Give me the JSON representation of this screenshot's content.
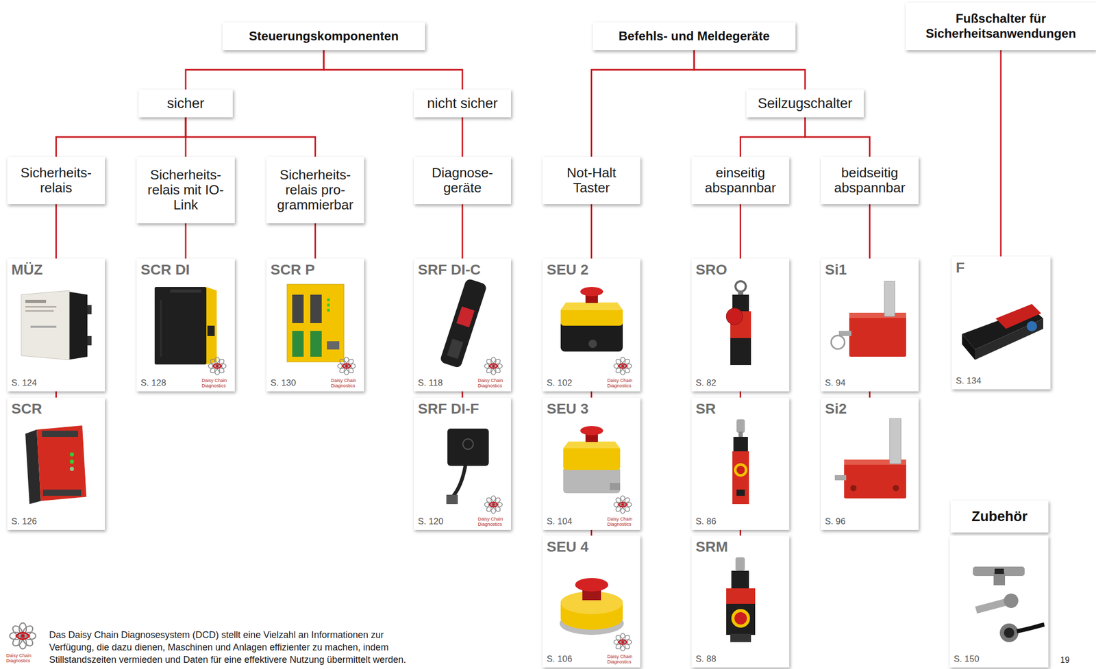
{
  "diagram": {
    "nodes": [
      {
        "text": [
          "Steuerungskomponenten"
        ]
      },
      {
        "text": [
          "Befehls- und Meldegeräte"
        ]
      },
      {
        "text": [
          "Fußschalter für Sicherheitsanwendungen"
        ]
      },
      {
        "text": [
          "sicher"
        ]
      },
      {
        "text": [
          "nicht sicher"
        ]
      },
      {
        "text": [
          "Seilzugschalter"
        ]
      },
      {
        "text": [
          "Sicherheits- relais"
        ]
      },
      {
        "text": [
          "Sicherheits- relais mit IO-Link"
        ]
      },
      {
        "text": [
          "Sicherheits- relais pro- grammierbar"
        ]
      },
      {
        "text": [
          "Diagnose- geräte"
        ]
      },
      {
        "text": [
          "Not-Halt Taster"
        ]
      },
      {
        "text": [
          "einseitig abspannbar"
        ]
      },
      {
        "text": [
          "beidseitig abspannbar"
        ]
      },
      {
        "text": [
          "MÜZ",
          "S. 124"
        ]
      },
      {
        "text": [
          "SCR DI",
          "S. 128",
          "Daisy Chain Diagnostics"
        ]
      },
      {
        "text": [
          "SCR P",
          "S. 130",
          "Daisy Chain Diagnostics"
        ]
      },
      {
        "text": [
          "SRF DI-C",
          "S. 118",
          "Daisy Chain Diagnostics"
        ]
      },
      {
        "text": [
          "SEU 2",
          "S. 102",
          "Daisy Chain Diagnostics"
        ]
      },
      {
        "text": [
          "SRO",
          "S. 82"
        ]
      },
      {
        "text": [
          "Si1",
          "S. 94"
        ]
      },
      {
        "text": [
          "F",
          "S. 134"
        ]
      },
      {
        "text": [
          "SCR",
          "S. 126"
        ]
      },
      {
        "text": [
          "SRF DI-F",
          "S. 120",
          "Daisy Chain Diagnostics"
        ]
      },
      {
        "text": [
          "SEU 3",
          "S. 104",
          "Daisy Chain Diagnostics"
        ]
      },
      {
        "text": [
          "SR",
          "S. 86"
        ]
      },
      {
        "text": [
          "Si2",
          "S. 96"
        ]
      },
      {
        "text": [
          "Zubehör"
        ]
      },
      {
        "text": [
          "SEU 4",
          "S. 106",
          "Daisy Chain Diagnostics"
        ]
      },
      {
        "text": [
          "SRM",
          "S. 88"
        ]
      },
      {
        "text": [
          "S. 150"
        ]
      }
    ],
    "edges": [
      {
        "from": 0,
        "to": 3,
        "arrow": "none"
      },
      {
        "from": 0,
        "to": 4,
        "arrow": "none"
      },
      {
        "from": 3,
        "to": 6,
        "arrow": "none"
      },
      {
        "from": 3,
        "to": 7,
        "arrow": "none"
      },
      {
        "from": 3,
        "to": 8,
        "arrow": "none"
      },
      {
        "from": 4,
        "to": 9,
        "arrow": "none"
      },
      {
        "from": 1,
        "to": 10,
        "arrow": "none"
      },
      {
        "from": 1,
        "to": 5,
        "arrow": "none"
      },
      {
        "from": 5,
        "to": 11,
        "arrow": "none"
      },
      {
        "from": 5,
        "to": 12,
        "arrow": "none"
      },
      {
        "from": 2,
        "to": 20,
        "arrow": "none"
      },
      {
        "from": 6,
        "to": 13,
        "arrow": "none"
      },
      {
        "from": 13,
        "to": 21,
        "arrow": "none"
      },
      {
        "from": 7,
        "to": 14,
        "arrow": "none"
      },
      {
        "from": 8,
        "to": 15,
        "arrow": "none"
      },
      {
        "from": 9,
        "to": 16,
        "arrow": "none"
      },
      {
        "from": 16,
        "to": 22,
        "arrow": "none"
      },
      {
        "from": 10,
        "to": 17,
        "arrow": "none"
      },
      {
        "from": 17,
        "to": 23,
        "arrow": "none"
      },
      {
        "from": 23,
        "to": 27,
        "arrow": "none"
      },
      {
        "from": 11,
        "to": 18,
        "arrow": "none"
      },
      {
        "from": 18,
        "to": 24,
        "arrow": "none"
      },
      {
        "from": 24,
        "to": 28,
        "arrow": "none"
      },
      {
        "from": 12,
        "to": 19,
        "arrow": "none"
      },
      {
        "from": 19,
        "to": 25,
        "arrow": "none"
      }
    ],
    "labels": [
      "Daisy Chain Diagnostics",
      "Das Daisy Chain Diagnosesystem (DCD) stellt eine Vielzahl an Informationen zur Verfügung, die dazu dienen, Maschinen und Anlagen effizienter zu machen, indem Stillstandszeiten vermieden und Daten für eine effektivere Nutzung übermittelt werden.",
      "19"
    ]
  }
}
